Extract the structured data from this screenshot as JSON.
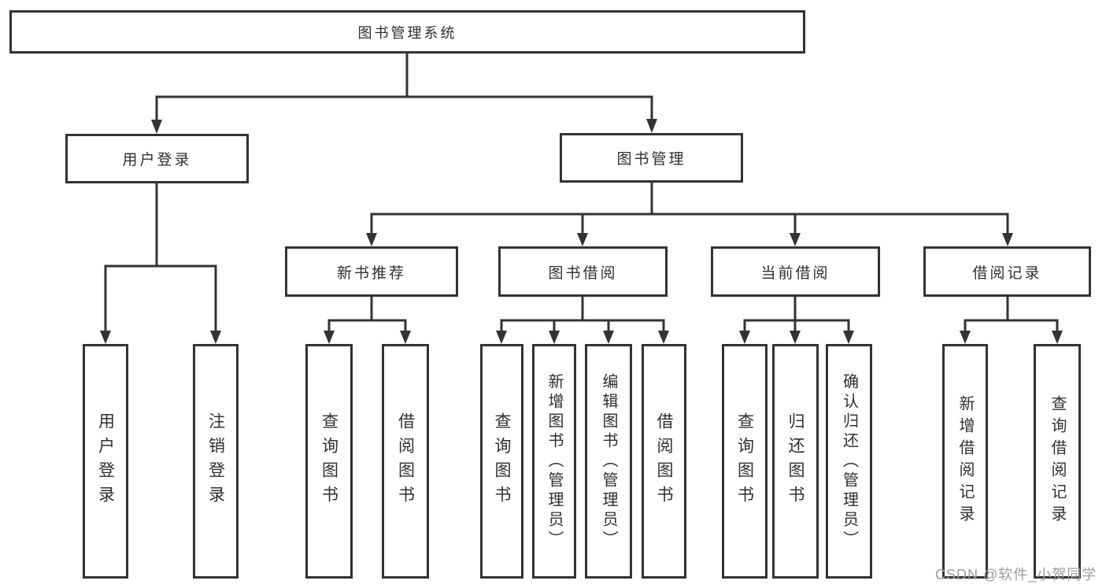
{
  "diagram_type": "hierarchy-tree",
  "tree": {
    "root": {
      "label": "图书管理系统",
      "children": [
        {
          "label": "用户登录",
          "children": [
            {
              "label": "用户登录"
            },
            {
              "label": "注销登录"
            }
          ]
        },
        {
          "label": "图书管理",
          "children": [
            {
              "label": "新书推荐",
              "children": [
                {
                  "label": "查询图书"
                },
                {
                  "label": "借阅图书"
                }
              ]
            },
            {
              "label": "图书借阅",
              "children": [
                {
                  "label": "查询图书"
                },
                {
                  "label": "新增图书（管理员）"
                },
                {
                  "label": "编辑图书（管理员）"
                },
                {
                  "label": "借阅图书"
                }
              ]
            },
            {
              "label": "当前借阅",
              "children": [
                {
                  "label": "查询图书"
                },
                {
                  "label": "归还图书"
                },
                {
                  "label": "确认归还（管理员）"
                }
              ]
            },
            {
              "label": "借阅记录",
              "children": [
                {
                  "label": "新增借阅记录"
                },
                {
                  "label": "查询借阅记录"
                }
              ]
            }
          ]
        }
      ]
    }
  },
  "watermark": {
    "text": "CSDN @软件_小贺同学"
  },
  "colors": {
    "line": "#333333",
    "text": "#2f2f2f",
    "background": "#ffffff",
    "watermark": "#9d9d9d"
  }
}
